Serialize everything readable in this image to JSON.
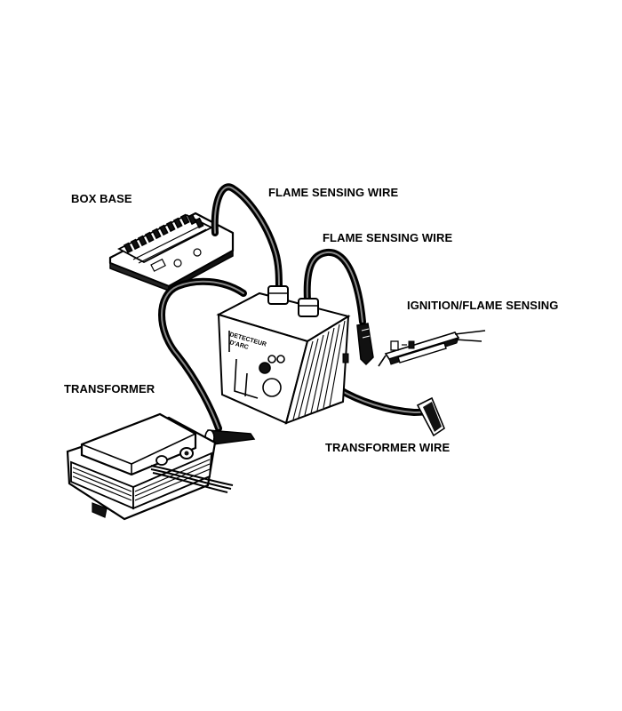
{
  "labels": {
    "box_base": "BOX BASE",
    "flame_sensing_wire_1": "FLAME SENSING WIRE",
    "flame_sensing_wire_2": "FLAME SENSING WIRE",
    "ignition_flame_sensing": "IGNITION/FLAME SENSING",
    "transformer": "TRANSFORMER",
    "transformer_wire": "TRANSFORMER WIRE"
  },
  "detector_face_text": {
    "line1": "DETECTEUR",
    "line2": "D'ARC"
  },
  "colors": {
    "ink": "#000000",
    "paper": "#ffffff",
    "shade": "#555555"
  }
}
